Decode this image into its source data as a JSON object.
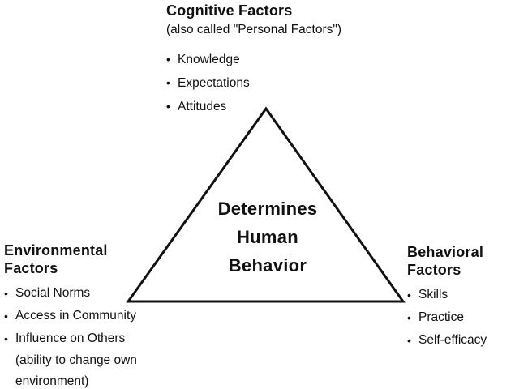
{
  "diagram": {
    "title_semantic": "Social cognitive factors triangle",
    "colors": {
      "background": "#ffffff",
      "text": "#111111",
      "triangle_stroke": "#111111"
    },
    "center": {
      "lines": [
        "Determines",
        "Human",
        "Behavior"
      ]
    },
    "cognitive": {
      "title": "Cognitive Factors",
      "subtitle": "(also called \"Personal Factors\")",
      "items": [
        "Knowledge",
        "Expectations",
        "Attitudes"
      ]
    },
    "environmental": {
      "title_line1": "Environmental",
      "title_line2": "Factors",
      "items": [
        "Social Norms",
        "Access in Community",
        "Influence on Others"
      ],
      "note_line1": "(ability to change own",
      "note_line2": "environment)"
    },
    "behavioral": {
      "title_line1": "Behavioral",
      "title_line2": "Factors",
      "items": [
        "Skills",
        "Practice",
        "Self-efficacy"
      ]
    }
  }
}
